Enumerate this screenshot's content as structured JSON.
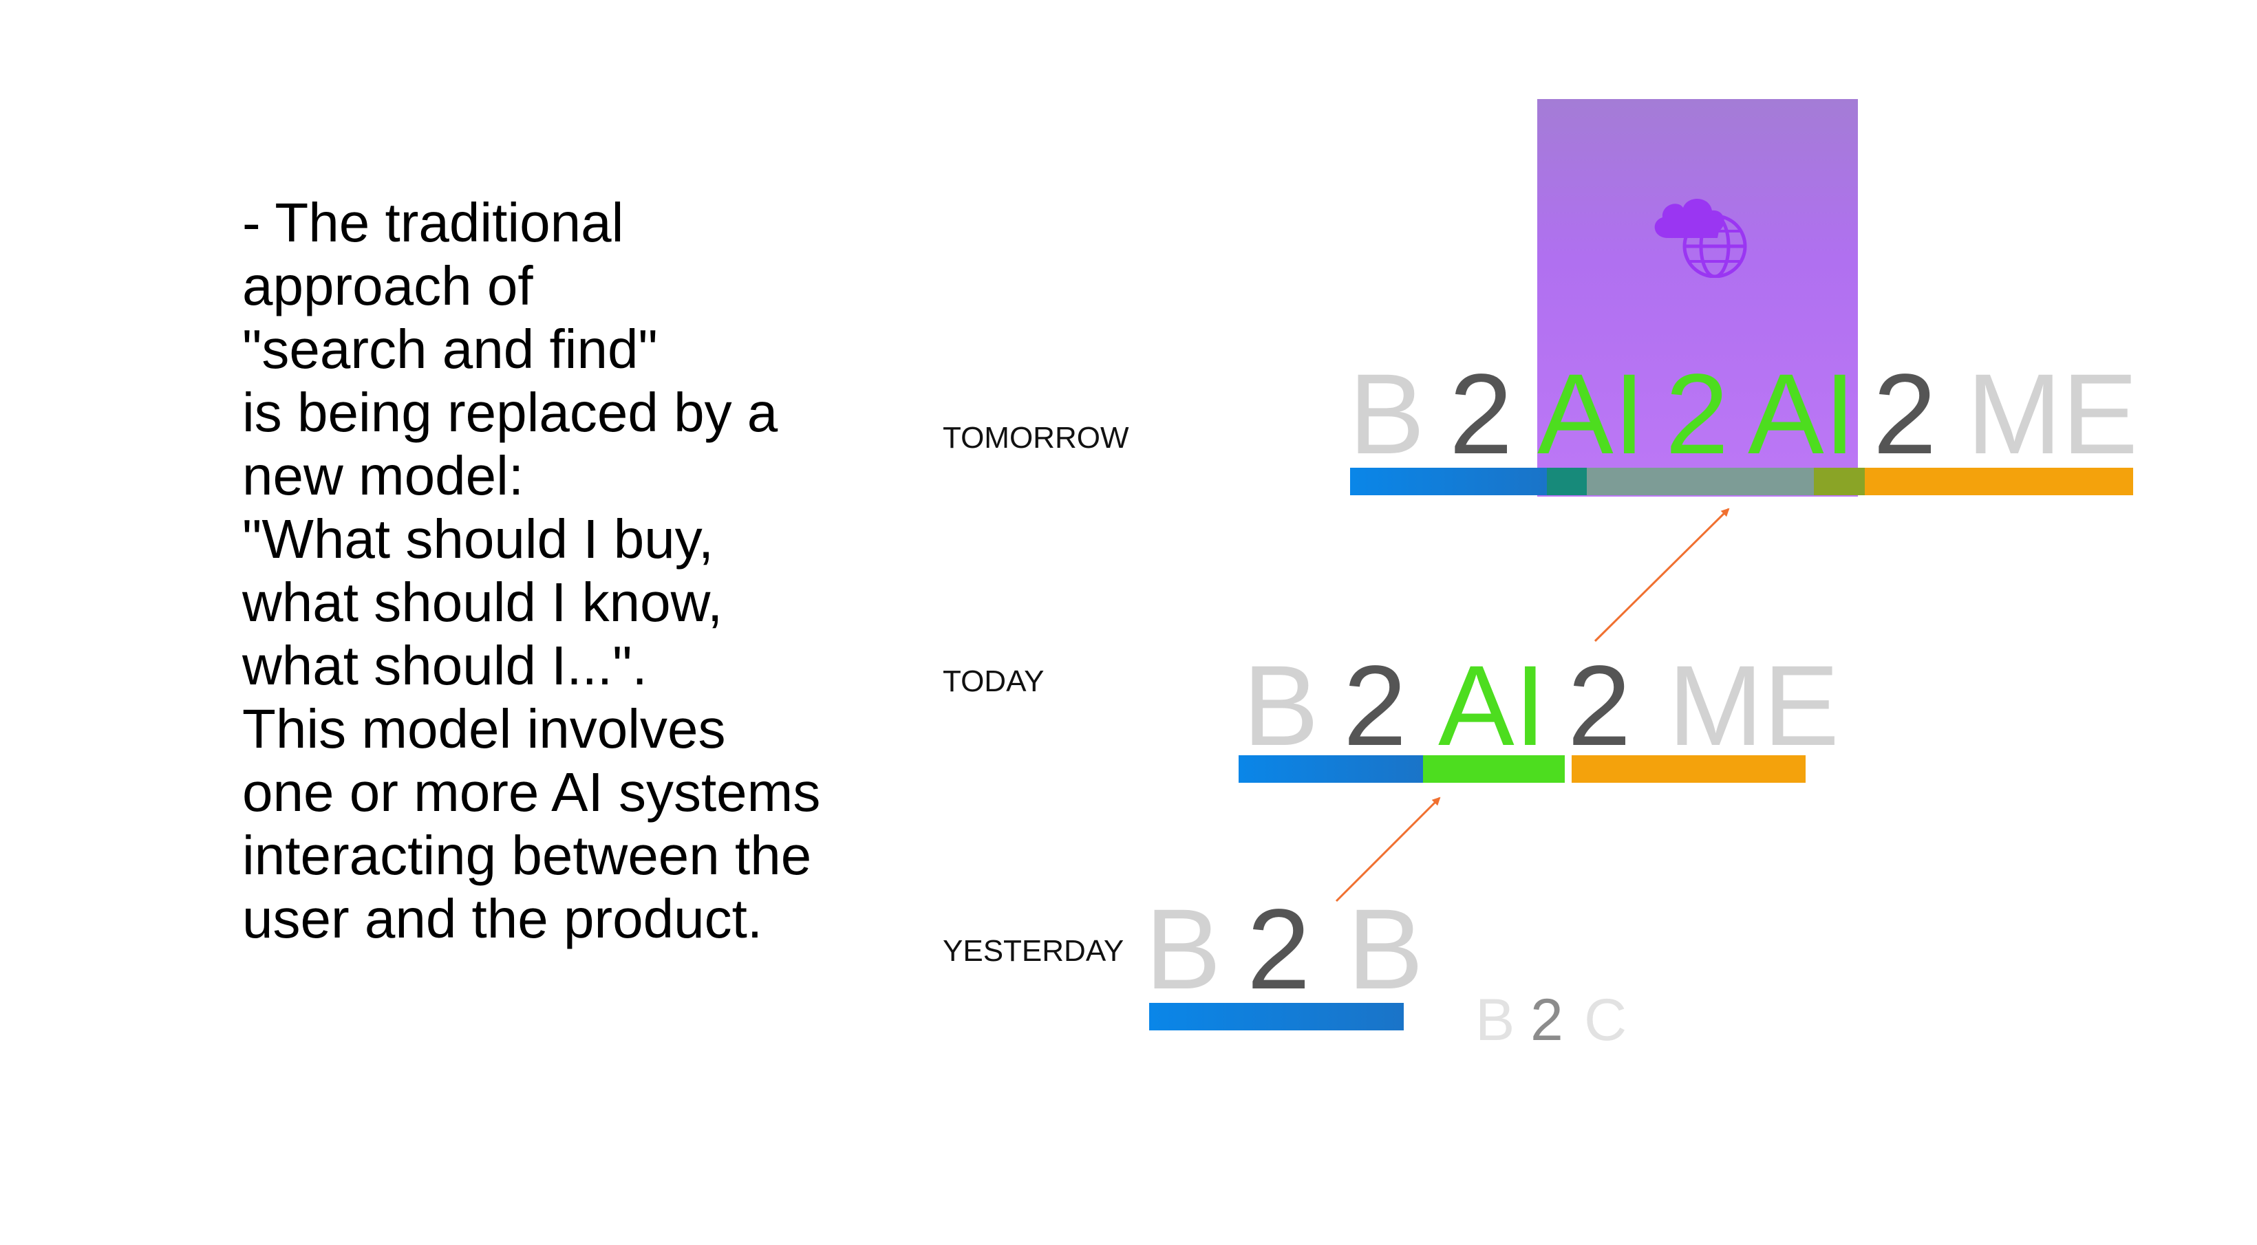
{
  "intro_lines": [
    "- The traditional",
    "approach of",
    "\"search and find\"",
    "is being replaced by a",
    "new model:",
    "\"What should I buy,",
    "what should I know,",
    "what should I...\".",
    "This model involves",
    "one or more AI systems",
    "interacting between the",
    "user and the product."
  ],
  "rows": {
    "tomorrow": {
      "label": "TOMORROW",
      "tokens": [
        "B",
        "2",
        "AI",
        "2",
        "AI",
        "2",
        "ME"
      ]
    },
    "today": {
      "label": "TODAY",
      "tokens": [
        "B",
        "2",
        "AI",
        "2",
        "ME"
      ]
    },
    "yesterday": {
      "label": "YESTERDAY",
      "tokens": [
        "B",
        "2",
        "B"
      ],
      "secondary_tokens": [
        "B",
        "2",
        "C"
      ]
    }
  },
  "icons": {
    "cloud_globe": "cloud-globe-icon"
  },
  "colors": {
    "business_blue": "#0a86e8",
    "ai_green": "#4ddd1f",
    "me_orange": "#f4a20c",
    "ai_panel_purple": "#b070f0",
    "mixed_bar_gray": "#7d9c96",
    "arrow_orange": "#f07030",
    "muted_letter": "#d2d2d2",
    "dark_letter": "#555555"
  }
}
